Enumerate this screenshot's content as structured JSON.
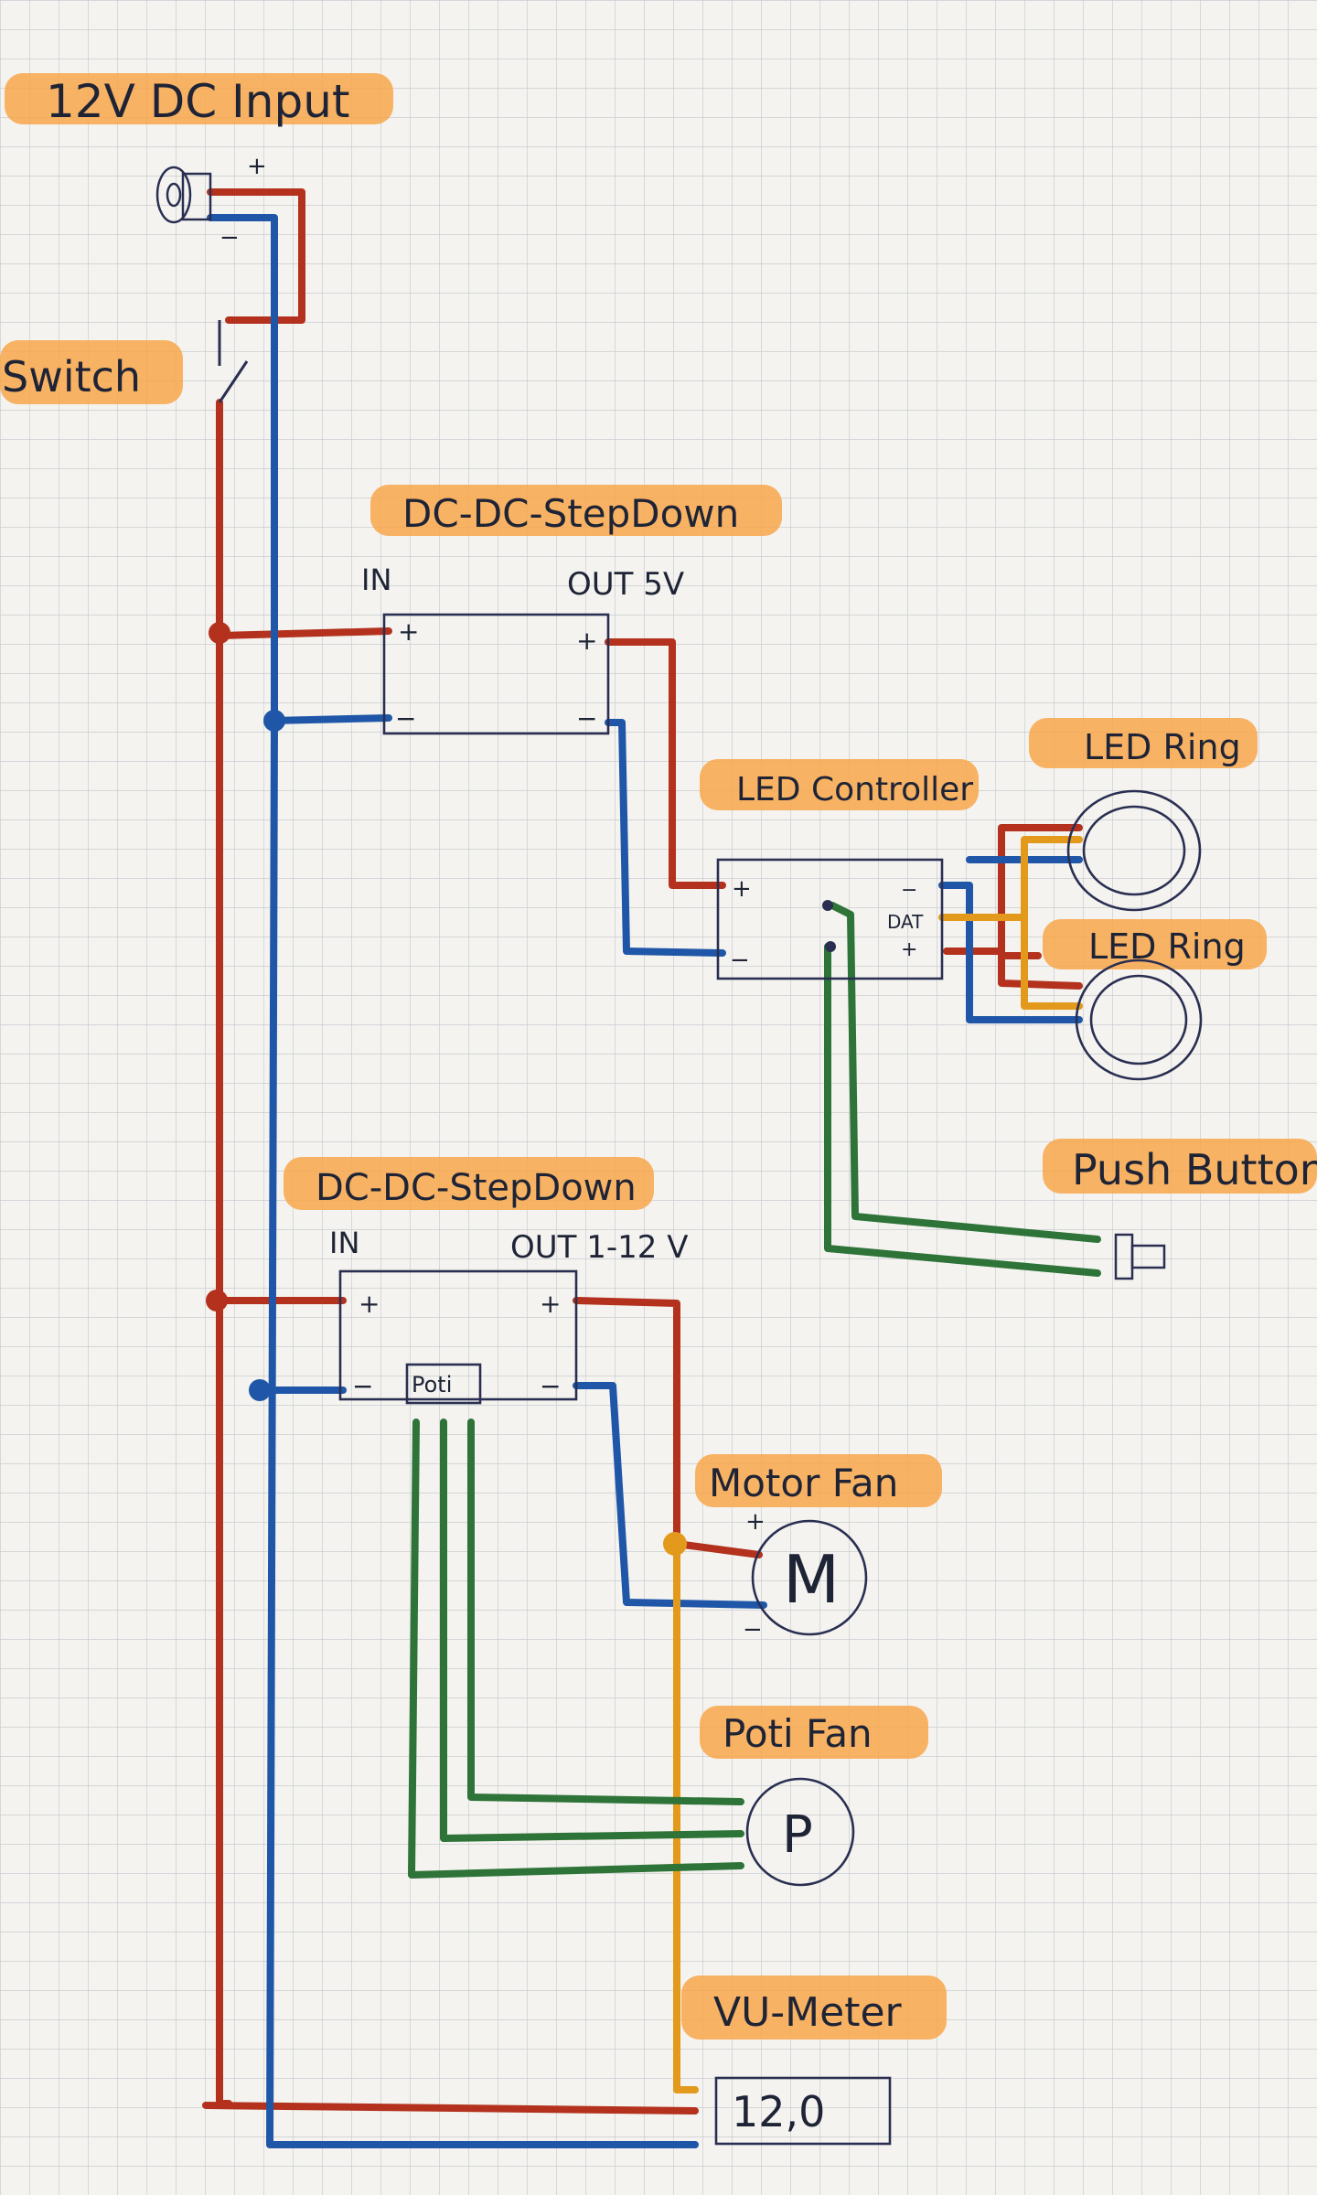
{
  "labels": {
    "dc_input": "12V DC Input",
    "switch": "Switch",
    "stepdown_1": "DC-DC-StepDown",
    "in_1": "IN",
    "out_1": "OUT 5V",
    "led_controller": "LED Controller",
    "led_ring_1": "LED Ring",
    "led_ring_2": "LED Ring",
    "push_button": "Push Button",
    "stepdown_2": "DC-DC-StepDown",
    "in_2": "IN",
    "out_2": "OUT 1-12 V",
    "poti": "Poti",
    "motor_fan": "Motor Fan",
    "motor_symbol": "M",
    "poti_fan": "Poti Fan",
    "poti_symbol": "P",
    "vu_meter": "VU-Meter",
    "vu_display": "12,0",
    "plus": "+",
    "minus": "−",
    "dat": "DAT"
  },
  "colors": {
    "paper": "#f4f3ef",
    "grid": "#c9ccd2",
    "ink": "#2a2f52",
    "highlight": "#f8a64a",
    "wire_red": "#b3311d",
    "wire_blue": "#1f56a8",
    "wire_green": "#2e7338",
    "wire_orange": "#e39a1c"
  }
}
